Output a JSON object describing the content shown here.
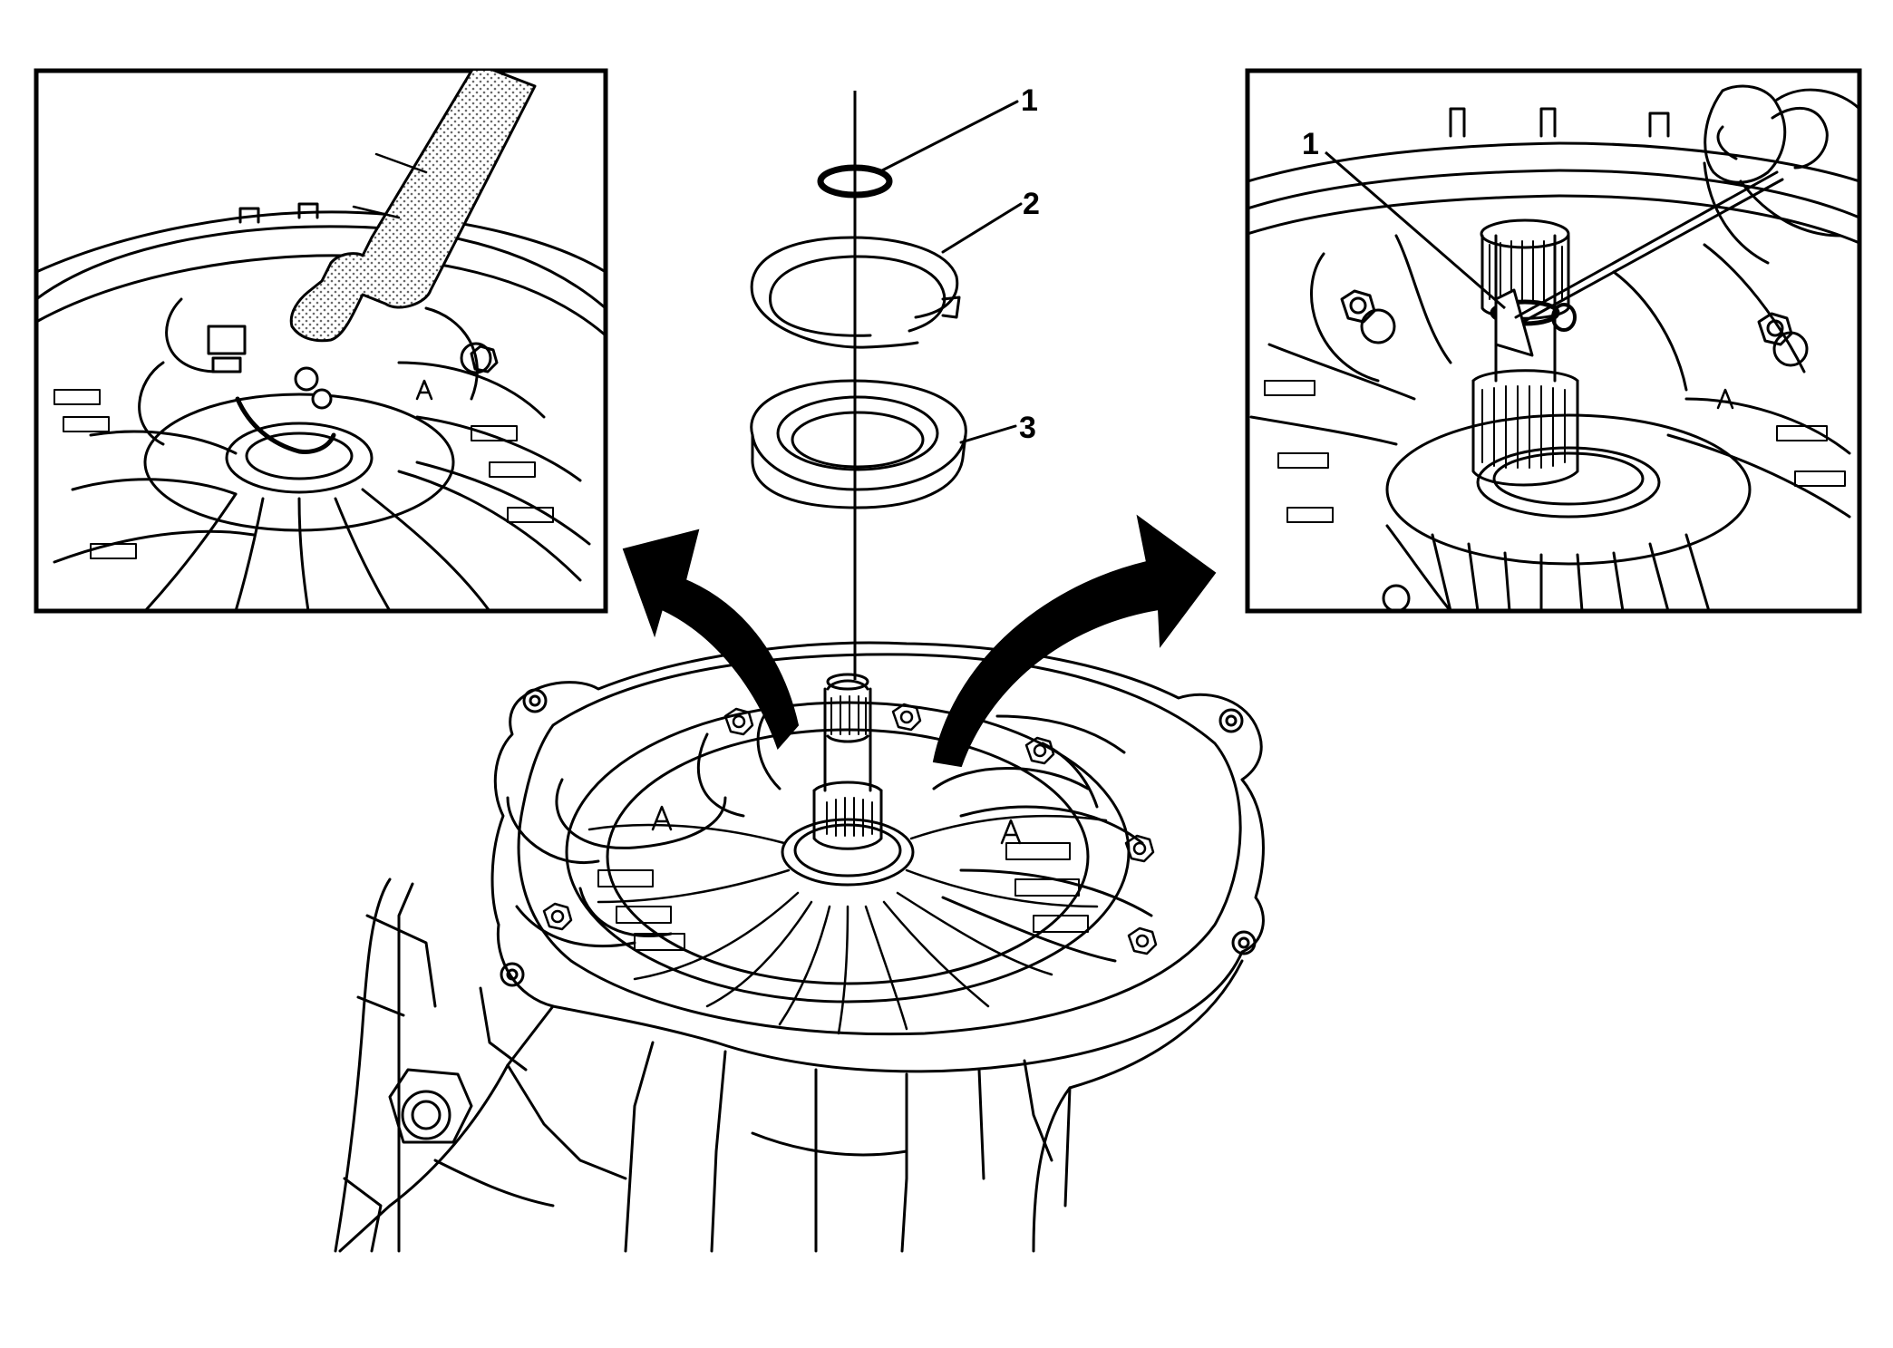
{
  "callouts": {
    "main_1": "1",
    "main_2": "2",
    "main_3": "3",
    "inset_right_1": "1"
  },
  "colors": {
    "line": "#000000",
    "background": "#ffffff",
    "arrow_fill": "#000000",
    "tool_stipple": "#c8c8c8"
  },
  "components": [
    {
      "callout": "1",
      "icon": "small-snap-ring-icon"
    },
    {
      "callout": "2",
      "icon": "retaining-ring-icon"
    },
    {
      "callout": "3",
      "icon": "seal-icon"
    }
  ],
  "insets": [
    {
      "position": "top-left",
      "depicts": "seal-removal-with-tool"
    },
    {
      "position": "top-right",
      "depicts": "snap-ring-removal-with-pick"
    }
  ]
}
